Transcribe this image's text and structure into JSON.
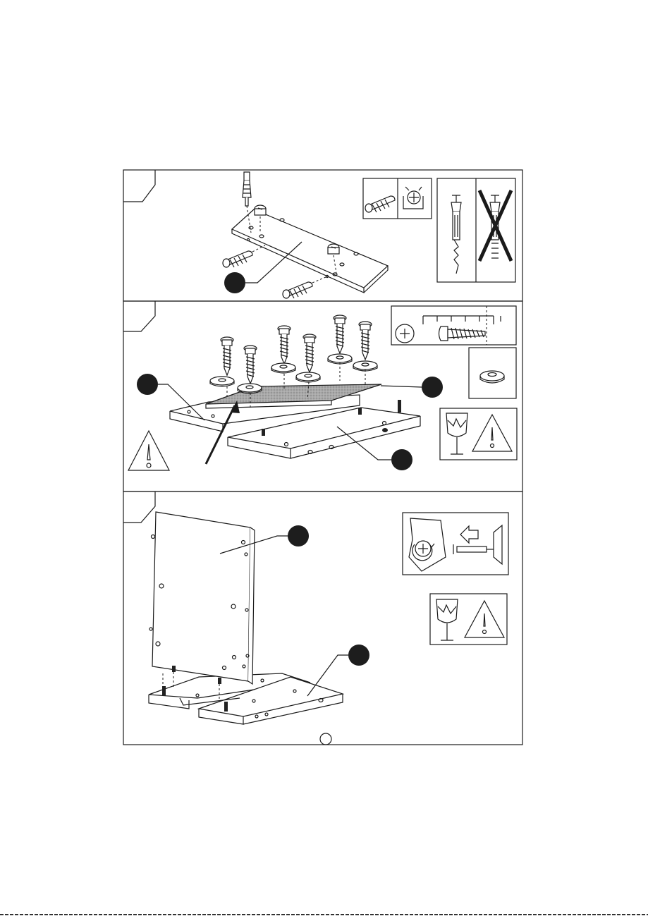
{
  "colors": {
    "line": "#1a1a1a",
    "panel_bg": "#ffffff",
    "callout_fill": "#1d1d1d",
    "felt_gray": "#a6a6a6",
    "page_edge": "#333333"
  },
  "steps": [
    {
      "name": "step-1",
      "icons": [
        "dowel-icon",
        "cam-lock-icon",
        "cam-bolt-correct-icon",
        "cam-bolt-wrong-icon"
      ]
    },
    {
      "name": "step-2",
      "icons": [
        "screw-head-icon",
        "screw-length-icon",
        "washer-icon",
        "fragile-glass-icon",
        "warning-icon"
      ]
    },
    {
      "name": "step-3",
      "icons": [
        "cam-rotate-icon",
        "insert-arrow-icon",
        "fragile-glass-icon",
        "warning-icon"
      ]
    }
  ]
}
